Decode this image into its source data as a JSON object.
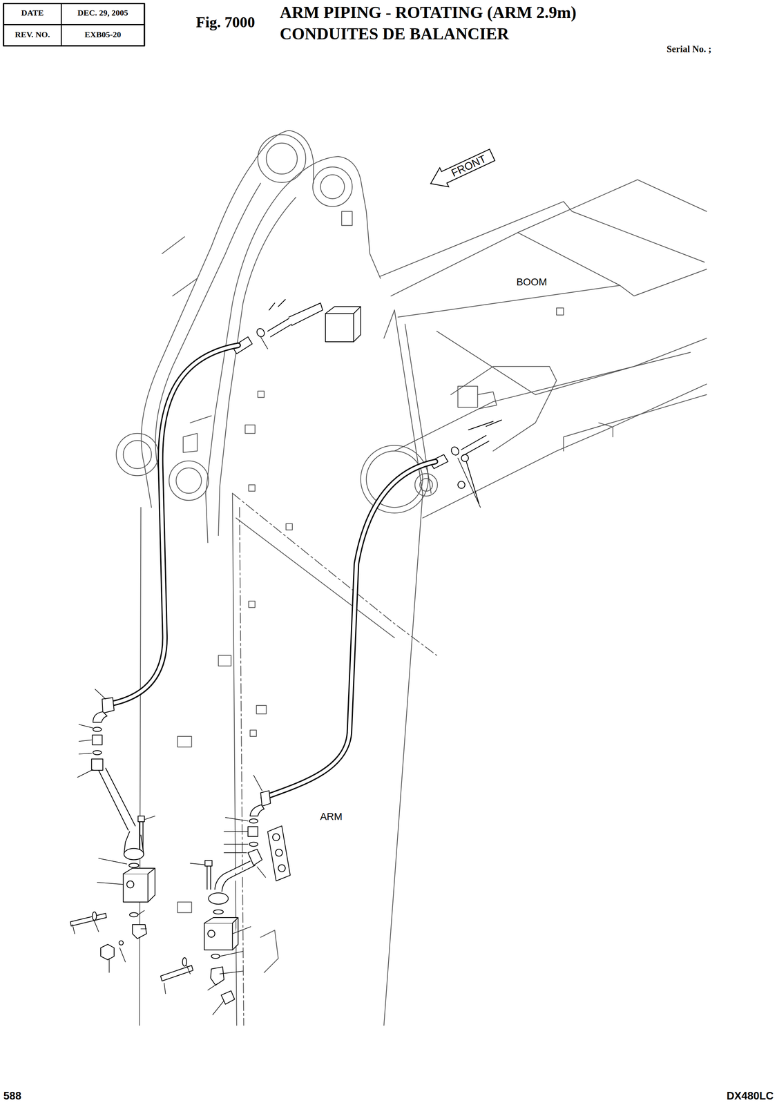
{
  "diagram": {
    "title": "ARM PIPING - ROTATING (ARM 2.9m)",
    "nodes": [
      {
        "text": [
          "FRONT"
        ]
      }
    ],
    "labels": [
      "DATE",
      "DEC. 29, 2005",
      "REV. NO.",
      "EXB05-20",
      "Fig. 7000",
      "CONDUITES DE BALANCIER",
      "Serial No. ;",
      "BOOM",
      "ARM",
      "588",
      "DX480LC"
    ]
  }
}
